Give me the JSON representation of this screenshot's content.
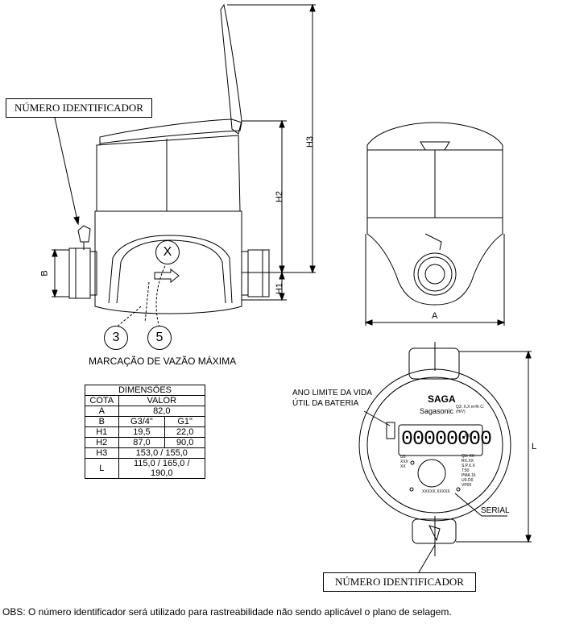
{
  "labels": {
    "id_number_top": "NÚMERO IDENTIFICADOR",
    "id_number_bottom": "NÚMERO IDENTIFICADOR",
    "max_flow_marking": "MARCAÇÃO DE VAZÃO MÁXIMA",
    "battery_year_line1": "ANO LIMITE DA VIDA",
    "battery_year_line2": "ÚTIL DA BATERIA",
    "serial": "SERIAL",
    "circle_x": "X",
    "circle_3": "3",
    "circle_5": "5"
  },
  "dimension_marks": {
    "A": "A",
    "B": "B",
    "H1": "H1",
    "H2": "H2",
    "H3": "H3",
    "L": "L"
  },
  "meter_face": {
    "brand": "SAGA",
    "model": "Sagasonic",
    "display": "00000000",
    "unit": "m³",
    "serial_text": "XXXXX XXXXX",
    "spec_top": "Q3: X,X m³/h  C: (H/V)",
    "spec_right": [
      "Q3: XX",
      "RX.XX",
      "S.P.X.X",
      "T:50",
      "PMA 16",
      "U0-D0",
      "VP00"
    ],
    "spec_left": [
      "U0",
      "XXX",
      "XX"
    ]
  },
  "table": {
    "title": "DIMENSÕES",
    "col_cota": "COTA",
    "col_valor": "VALOR",
    "rows": [
      {
        "cota": "A",
        "v1": "82,0",
        "v2": ""
      },
      {
        "cota": "B",
        "v1": "G3/4\"",
        "v2": "G1\""
      },
      {
        "cota": "H1",
        "v1": "19,5",
        "v2": "22,0"
      },
      {
        "cota": "H2",
        "v1": "87,0",
        "v2": "90,0"
      },
      {
        "cota": "H3",
        "v1": "153,0 / 155,0",
        "v2": ""
      },
      {
        "cota": "L",
        "v1": "115,0 / 165,0 / 190,0",
        "v2": ""
      }
    ]
  },
  "obs": "OBS: O número identificador será utilizado para rastreabilidade não sendo aplicável o plano de selagem."
}
